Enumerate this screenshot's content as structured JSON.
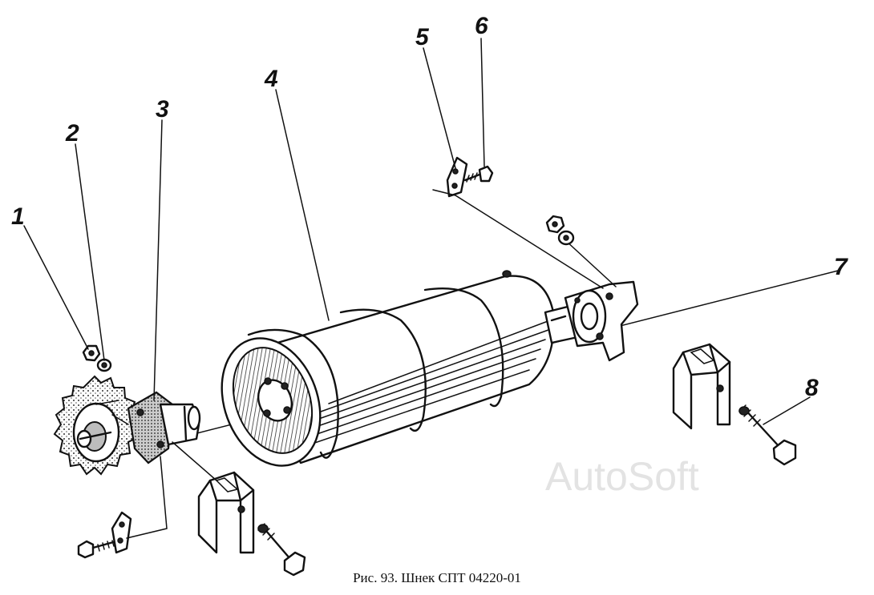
{
  "figure": {
    "caption": "Рис. 93. Шнек СПТ 04220-01",
    "watermark": "AutoSoft",
    "callouts": [
      {
        "id": "1",
        "label": "1"
      },
      {
        "id": "2",
        "label": "2"
      },
      {
        "id": "3",
        "label": "3"
      },
      {
        "id": "4",
        "label": "4"
      },
      {
        "id": "5",
        "label": "5"
      },
      {
        "id": "6",
        "label": "6"
      },
      {
        "id": "7",
        "label": "7"
      },
      {
        "id": "8",
        "label": "8"
      }
    ]
  }
}
